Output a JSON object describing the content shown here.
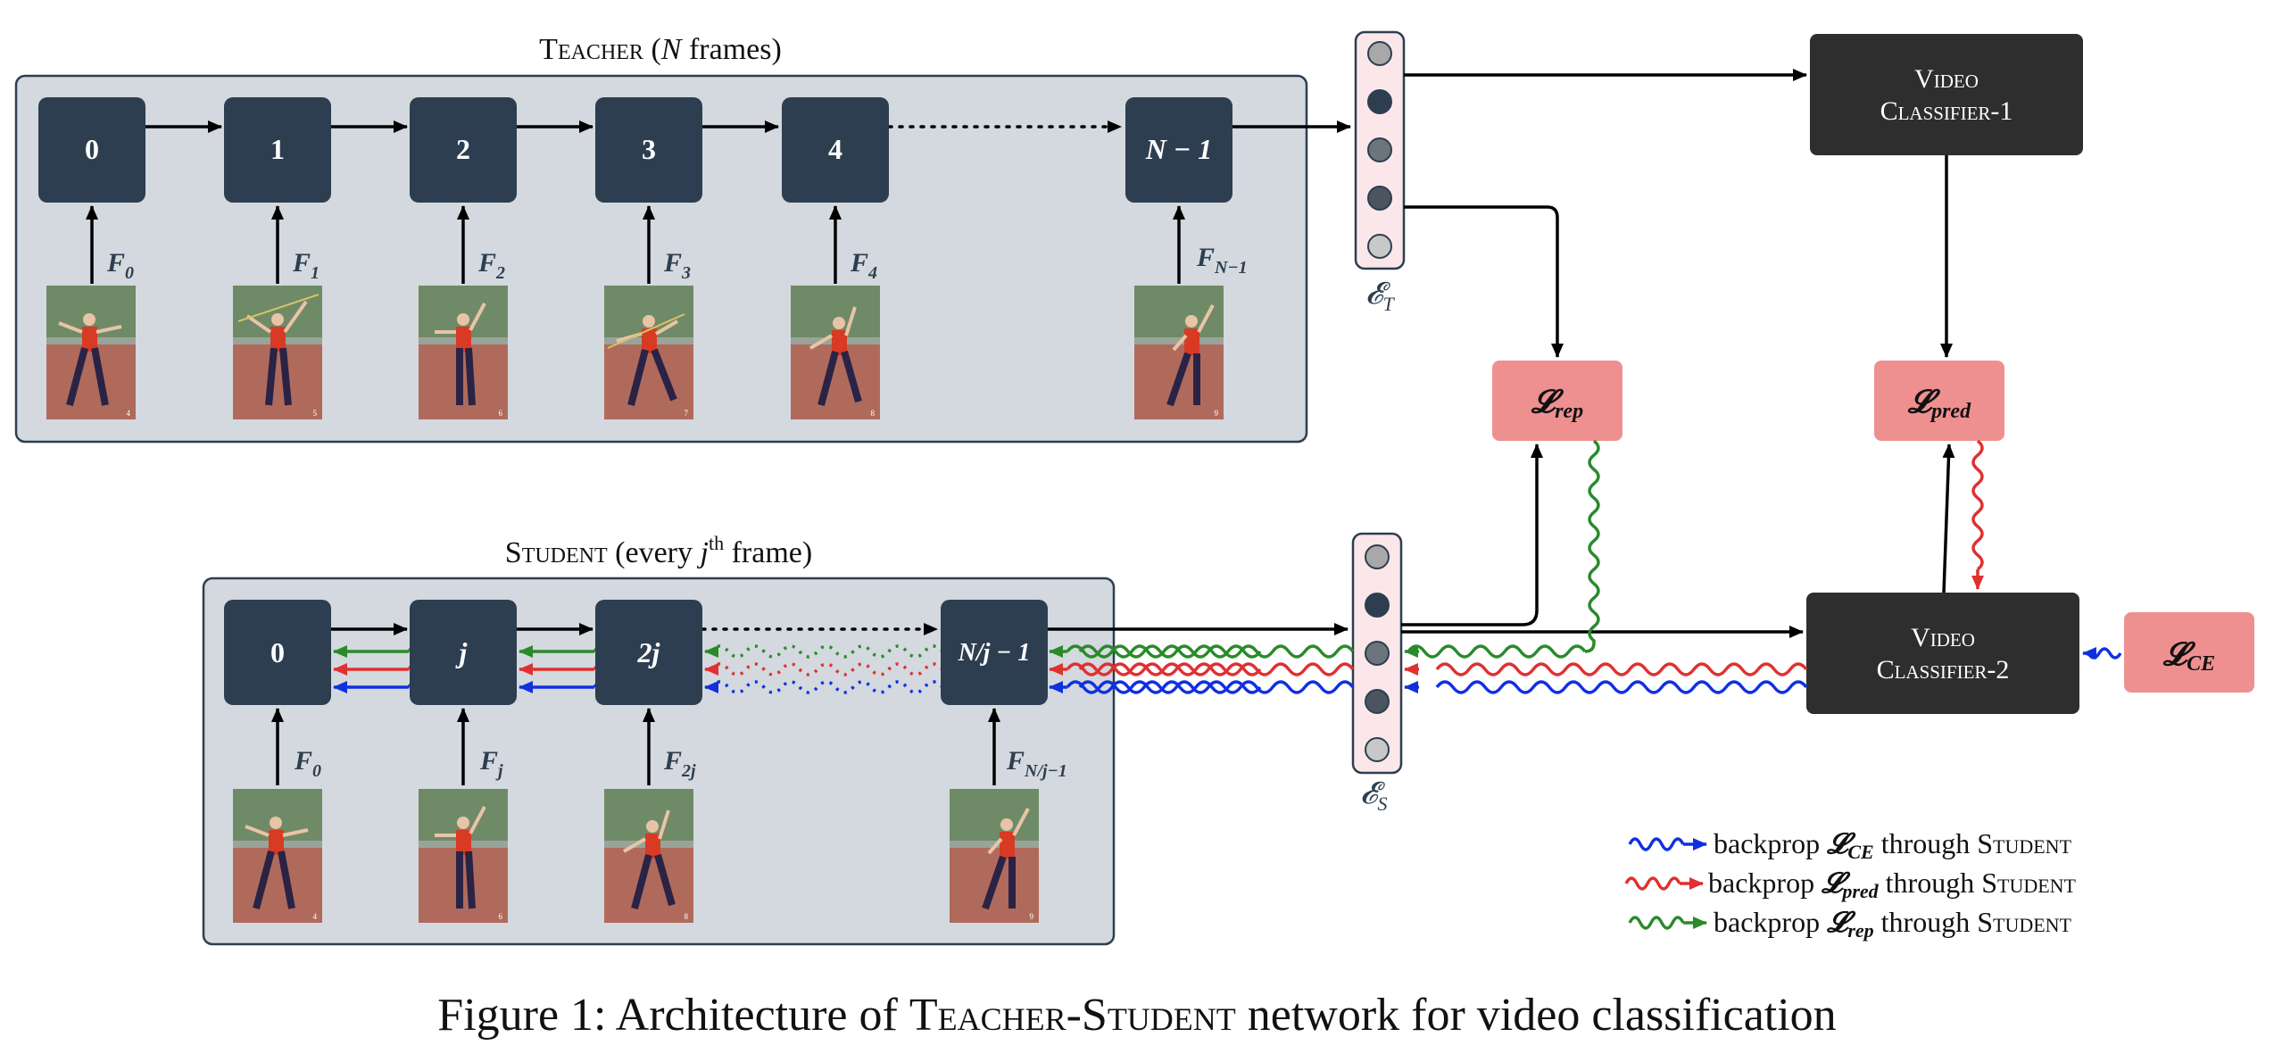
{
  "teacher": {
    "title_name": "Teacher",
    "title_var": "N",
    "title_suffix": "frames",
    "nodes": [
      "0",
      "1",
      "2",
      "3",
      "4",
      "N − 1"
    ],
    "input_labels": [
      {
        "base": "F",
        "sub": "0"
      },
      {
        "base": "F",
        "sub": "1"
      },
      {
        "base": "F",
        "sub": "2"
      },
      {
        "base": "F",
        "sub": "3"
      },
      {
        "base": "F",
        "sub": "4"
      },
      {
        "base": "F",
        "sub": "N−1"
      }
    ],
    "frame_numbers": [
      "4",
      "5",
      "6",
      "7",
      "8",
      "9"
    ]
  },
  "student": {
    "title_name": "Student",
    "title_middle": "every",
    "title_var": "j",
    "title_sup": "th",
    "title_suffix": "frame",
    "nodes": [
      "0",
      "j",
      "2j",
      "N/j − 1"
    ],
    "input_labels": [
      {
        "base": "F",
        "sub": "0"
      },
      {
        "base": "F",
        "sub": "j"
      },
      {
        "base": "F",
        "sub": "2j"
      },
      {
        "base": "F",
        "sub": "N/j−1"
      }
    ],
    "frame_numbers": [
      "4",
      "6",
      "8",
      "9"
    ]
  },
  "embeddings": {
    "teacher_label": "𝓔",
    "teacher_sub": "T",
    "student_label": "𝓔",
    "student_sub": "S"
  },
  "classifiers": {
    "c1_line1": "Video",
    "c1_line2": "Classifier-1",
    "c2_line1": "Video",
    "c2_line2": "Classifier-2"
  },
  "losses": {
    "rep": "rep",
    "pred": "pred",
    "ce": "CE",
    "symbol": "𝓛"
  },
  "legend": [
    {
      "loss": "CE",
      "text_before": "backprop",
      "text_after": "through",
      "target": "Student",
      "color": "#1030e0"
    },
    {
      "loss": "pred",
      "text_before": "backprop",
      "text_after": "through",
      "target": "Student",
      "color": "#e03030"
    },
    {
      "loss": "rep",
      "text_before": "backprop",
      "text_after": "through",
      "target": "Student",
      "color": "#2a8a2a"
    }
  ],
  "caption": {
    "prefix": "Figure 1:  Architecture of",
    "name": "Teacher-Student",
    "suffix": "network for video classification"
  },
  "colors": {
    "node_fill": "#2d3e50",
    "panel_fill": "#d3d9de",
    "panel_stroke": "#2d3e50",
    "classifier_fill": "#2e2e2e",
    "loss_fill": "#ef9090",
    "embedding_fill": "#fbe7ea",
    "ce_backprop": "#1030e0",
    "pred_backprop": "#e03030",
    "rep_backprop": "#2a8a2a"
  }
}
